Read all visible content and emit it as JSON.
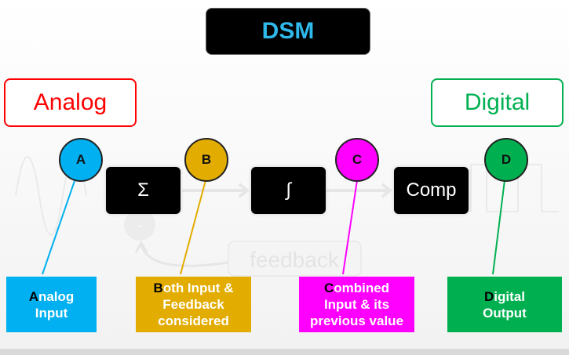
{
  "title": "DSM",
  "analog_header": "Analog",
  "digital_header": "Digital",
  "blocks": {
    "sum": "Σ",
    "integrator": "∫",
    "comparator": "Comp"
  },
  "faded": {
    "minus": "-",
    "feedback": "feedback"
  },
  "points": [
    {
      "letter": "A",
      "color": "#00b0f0",
      "label_first": "A",
      "label_rest1": "nalog",
      "label_rest2": "Input"
    },
    {
      "letter": "B",
      "color": "#e2ac00",
      "label_first": "B",
      "label_rest1": "oth Input &",
      "label_rest2": "Feedback",
      "label_rest3": "considered"
    },
    {
      "letter": "C",
      "color": "#ff00ff",
      "label_first": "C",
      "label_rest1": "ombined",
      "label_rest2": "Input & its",
      "label_rest3": "previous value"
    },
    {
      "letter": "D",
      "color": "#00b050",
      "label_first": "D",
      "label_rest1": "igital",
      "label_rest2": "Output"
    }
  ],
  "colors": {
    "analog": "#ff0000",
    "digital": "#00b050",
    "title_text": "#2fb8ea"
  }
}
